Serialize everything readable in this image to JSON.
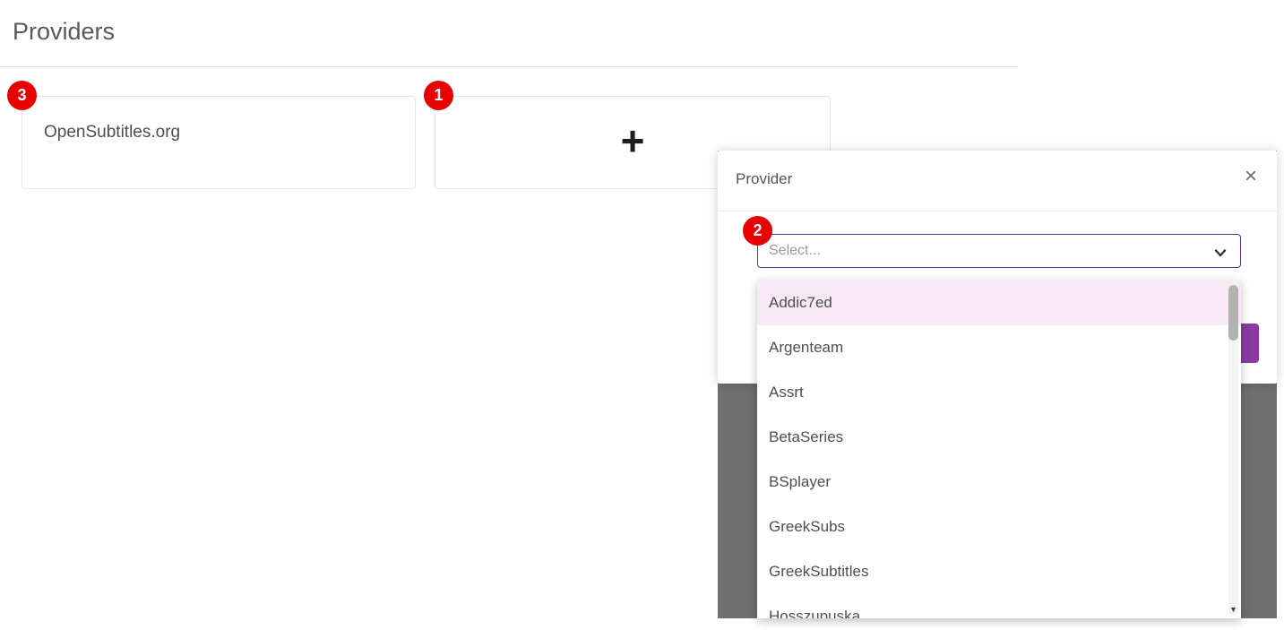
{
  "page": {
    "title": "Providers"
  },
  "annotations": {
    "badge_add": "1",
    "badge_select": "2",
    "badge_existing": "3"
  },
  "provider_cards": {
    "existing": [
      {
        "label": "OpenSubtitles.org"
      }
    ],
    "add_label": "+"
  },
  "modal": {
    "title": "Provider",
    "close_label": "×",
    "select_placeholder": "Select...",
    "options": [
      "Addic7ed",
      "Argenteam",
      "Assrt",
      "BetaSeries",
      "BSplayer",
      "GreekSubs",
      "GreekSubtitles",
      "Hosszupuska"
    ],
    "highlighted_option": "Addic7ed",
    "scroll_arrow": "▼"
  },
  "colors": {
    "accent_purple": "#8a3aa4",
    "select_border_purple": "#62308f",
    "option_highlight_pink": "#f8e9f5",
    "annotation_red": "#e60000",
    "backdrop_gray": "#6f6f6f"
  }
}
